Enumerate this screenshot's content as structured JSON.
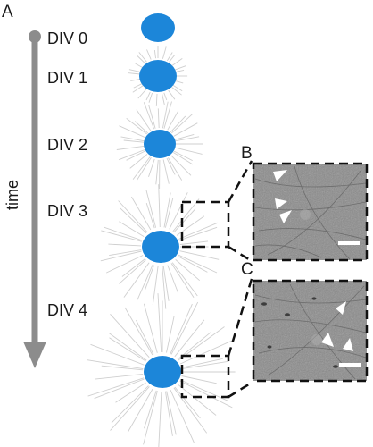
{
  "panels": {
    "a": "A",
    "b": "B",
    "c": "C"
  },
  "axis": {
    "label": "time"
  },
  "stages": [
    {
      "label": "DIV 0",
      "spread": 0
    },
    {
      "label": "DIV 1",
      "spread": 1
    },
    {
      "label": "DIV 2",
      "spread": 2
    },
    {
      "label": "DIV 3",
      "spread": 3
    },
    {
      "label": "DIV 4",
      "spread": 4
    }
  ],
  "colors": {
    "explant": "#1c86d9",
    "arrow": "#8c8c8c",
    "neurite": "#cfcfcf",
    "dash": "#111111",
    "micrograph_bg": "#8a8a8a"
  }
}
